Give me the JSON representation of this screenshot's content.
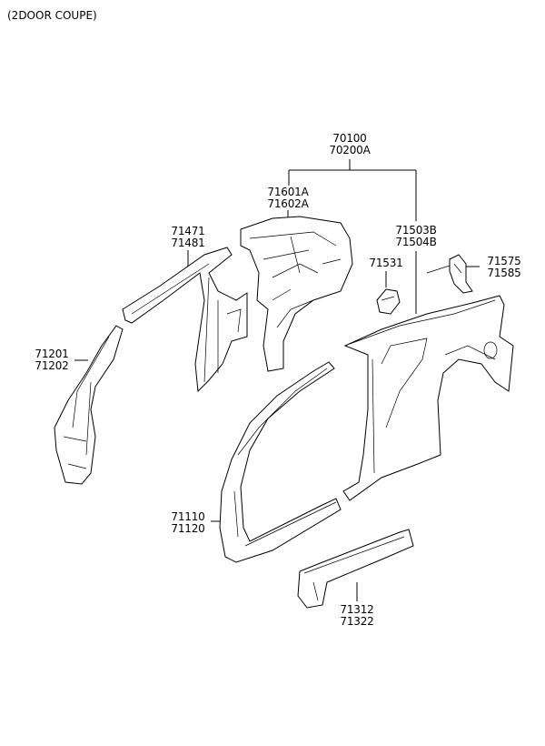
{
  "title": "(2DOOR COUPE)",
  "callouts": {
    "assembly": [
      "70100",
      "70200A"
    ],
    "inner_quarter": [
      "71601A",
      "71602A"
    ],
    "center_pillar": [
      "71471",
      "71481"
    ],
    "quarter_outer": [
      "71503B",
      "71504B"
    ],
    "fuel_lid": [
      "71531"
    ],
    "fuel_housing": [
      "71575",
      "71585"
    ],
    "front_pillar": [
      "71201",
      "71202"
    ],
    "side_outer": [
      "71110",
      "71120"
    ],
    "sill": [
      "71312",
      "71322"
    ]
  }
}
